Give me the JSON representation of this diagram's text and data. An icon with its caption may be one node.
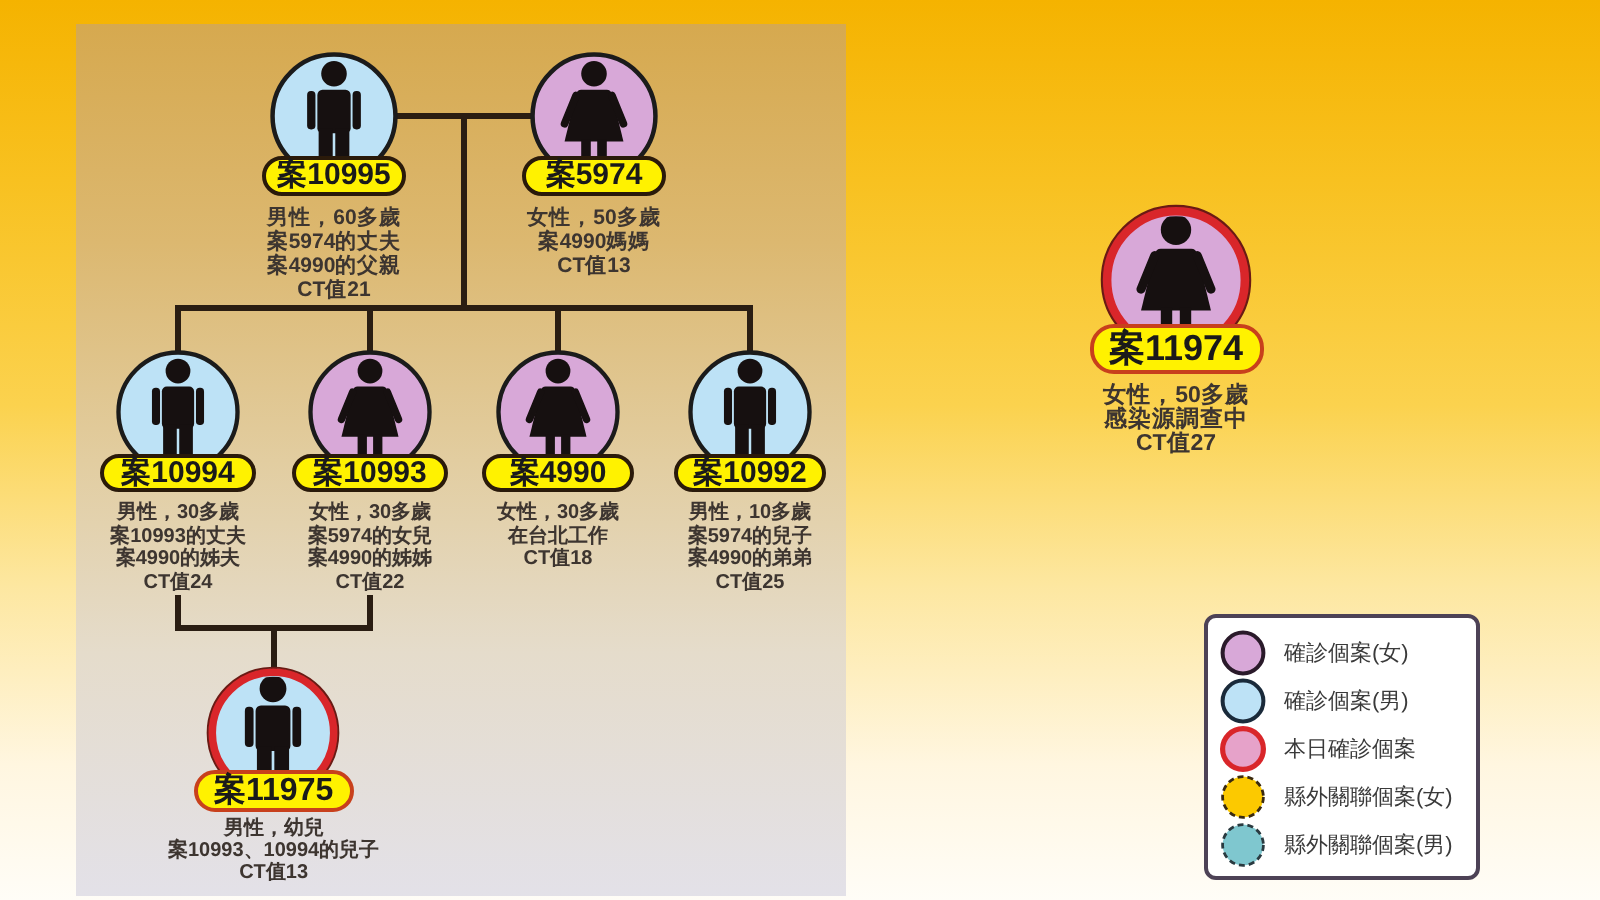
{
  "diagram": {
    "nodes": [
      {
        "text": [
          "案10995"
        ],
        "beside": [
          "男性，60多歲",
          "案5974的丈夫",
          "案4990的父親",
          "CT值21"
        ]
      },
      {
        "text": [
          "案5974"
        ],
        "beside": [
          "女性，50多歲",
          "案4990媽媽",
          "CT值13"
        ]
      },
      {
        "text": [
          "案10994"
        ],
        "beside": [
          "男性，30多歲",
          "案10993的丈夫",
          "案4990的姊夫",
          "CT值24"
        ]
      },
      {
        "text": [
          "案10993"
        ],
        "beside": [
          "女性，30多歲",
          "案5974的女兒",
          "案4990的姊姊",
          "CT值22"
        ]
      },
      {
        "text": [
          "案4990"
        ],
        "beside": [
          "女性，30多歲",
          "在台北工作",
          "CT值18"
        ]
      },
      {
        "text": [
          "案10992"
        ],
        "beside": [
          "男性，10多歲",
          "案5974的兒子",
          "案4990的弟弟",
          "CT值25"
        ]
      },
      {
        "text": [
          "案11975"
        ],
        "beside": [
          "男性，幼兒",
          "案10993、10994的兒子",
          "CT值13"
        ]
      },
      {
        "text": [
          "案11974"
        ],
        "beside": [
          "女性，50多歲",
          "感染源調查中",
          "CT值27"
        ]
      }
    ],
    "edges": [
      {
        "from": 0,
        "to": 1,
        "arrow": "none"
      },
      {
        "from": 0,
        "to": 2,
        "arrow": "none"
      },
      {
        "from": 0,
        "to": 3,
        "arrow": "none"
      },
      {
        "from": 0,
        "to": 4,
        "arrow": "none"
      },
      {
        "from": 0,
        "to": 5,
        "arrow": "none"
      },
      {
        "from": 1,
        "to": 2,
        "arrow": "none"
      },
      {
        "from": 1,
        "to": 3,
        "arrow": "none"
      },
      {
        "from": 1,
        "to": 4,
        "arrow": "none"
      },
      {
        "from": 1,
        "to": 5,
        "arrow": "none"
      },
      {
        "from": 2,
        "to": 6,
        "arrow": "none"
      },
      {
        "from": 3,
        "to": 6,
        "arrow": "none"
      }
    ],
    "legend": [
      {
        "text": "確診個案(女)",
        "color": "#d8a8d8"
      },
      {
        "text": "確診個案(男)",
        "color": "#bde2f6"
      },
      {
        "text": "本日確診個案",
        "color": "#e6a2c9"
      },
      {
        "text": "縣外關聯個案(女)",
        "color": "#fcc900"
      },
      {
        "text": "縣外關聯個案(男)",
        "color": "#7fc7cf"
      }
    ]
  }
}
